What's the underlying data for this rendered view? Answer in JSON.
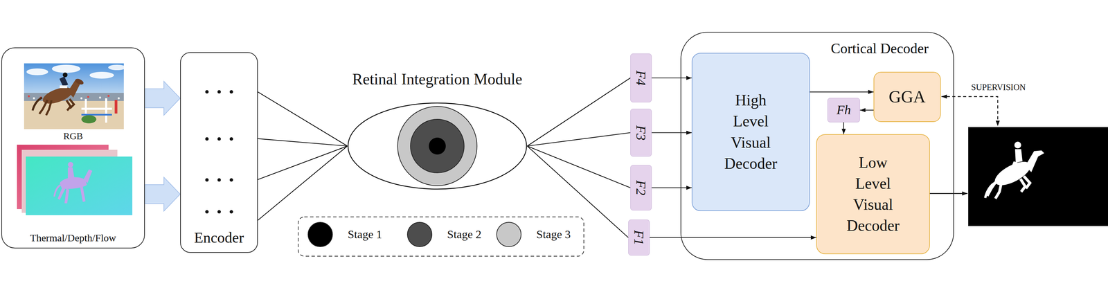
{
  "diagram": {
    "nodes": [
      {
        "text": [
          "RGB",
          "Thermal/Depth/Flow"
        ]
      },
      {
        "text": [
          "Encoder"
        ]
      },
      {
        "text": [
          "Retinal Integration Module"
        ]
      },
      {
        "text": [
          "F4"
        ]
      },
      {
        "text": [
          "F3"
        ]
      },
      {
        "text": [
          "F2"
        ]
      },
      {
        "text": [
          "F1"
        ]
      },
      {
        "text": [
          "Cortical Decoder"
        ]
      },
      {
        "text": [
          "High Level Visual Decoder"
        ],
        "in": 7
      },
      {
        "text": [
          "GGA"
        ],
        "in": 7
      },
      {
        "text": [
          "Fh"
        ],
        "in": 7
      },
      {
        "text": [
          "Low Level Visual Decoder"
        ],
        "in": 7
      }
    ],
    "edges": [
      {
        "from": 0,
        "to": 1,
        "arrow": "to"
      },
      {
        "from": 0,
        "to": 1,
        "arrow": "to"
      },
      {
        "from": 1,
        "to": 2,
        "arrow": "none"
      },
      {
        "from": 1,
        "to": 2,
        "arrow": "none"
      },
      {
        "from": 1,
        "to": 2,
        "arrow": "none"
      },
      {
        "from": 1,
        "to": 2,
        "arrow": "none"
      },
      {
        "from": 2,
        "to": 3,
        "arrow": "none"
      },
      {
        "from": 2,
        "to": 4,
        "arrow": "none"
      },
      {
        "from": 2,
        "to": 5,
        "arrow": "none"
      },
      {
        "from": 2,
        "to": 6,
        "arrow": "none"
      },
      {
        "from": 3,
        "to": 8,
        "arrow": "to"
      },
      {
        "from": 4,
        "to": 8,
        "arrow": "to"
      },
      {
        "from": 5,
        "to": 8,
        "arrow": "to"
      },
      {
        "from": 6,
        "to": 11,
        "arrow": "to"
      },
      {
        "from": 8,
        "to": 9,
        "arrow": "to"
      },
      {
        "from": 9,
        "to": 10,
        "arrow": "to"
      },
      {
        "from": 10,
        "to": 11,
        "arrow": "to"
      }
    ],
    "labels": [
      "SUPERVISION"
    ],
    "legend": [
      {
        "text": "Stage 1",
        "color": "#000000"
      },
      {
        "text": "Stage 2",
        "color": "#4d4d4d"
      },
      {
        "text": "Stage 3",
        "color": "#c8c8c8"
      }
    ]
  }
}
